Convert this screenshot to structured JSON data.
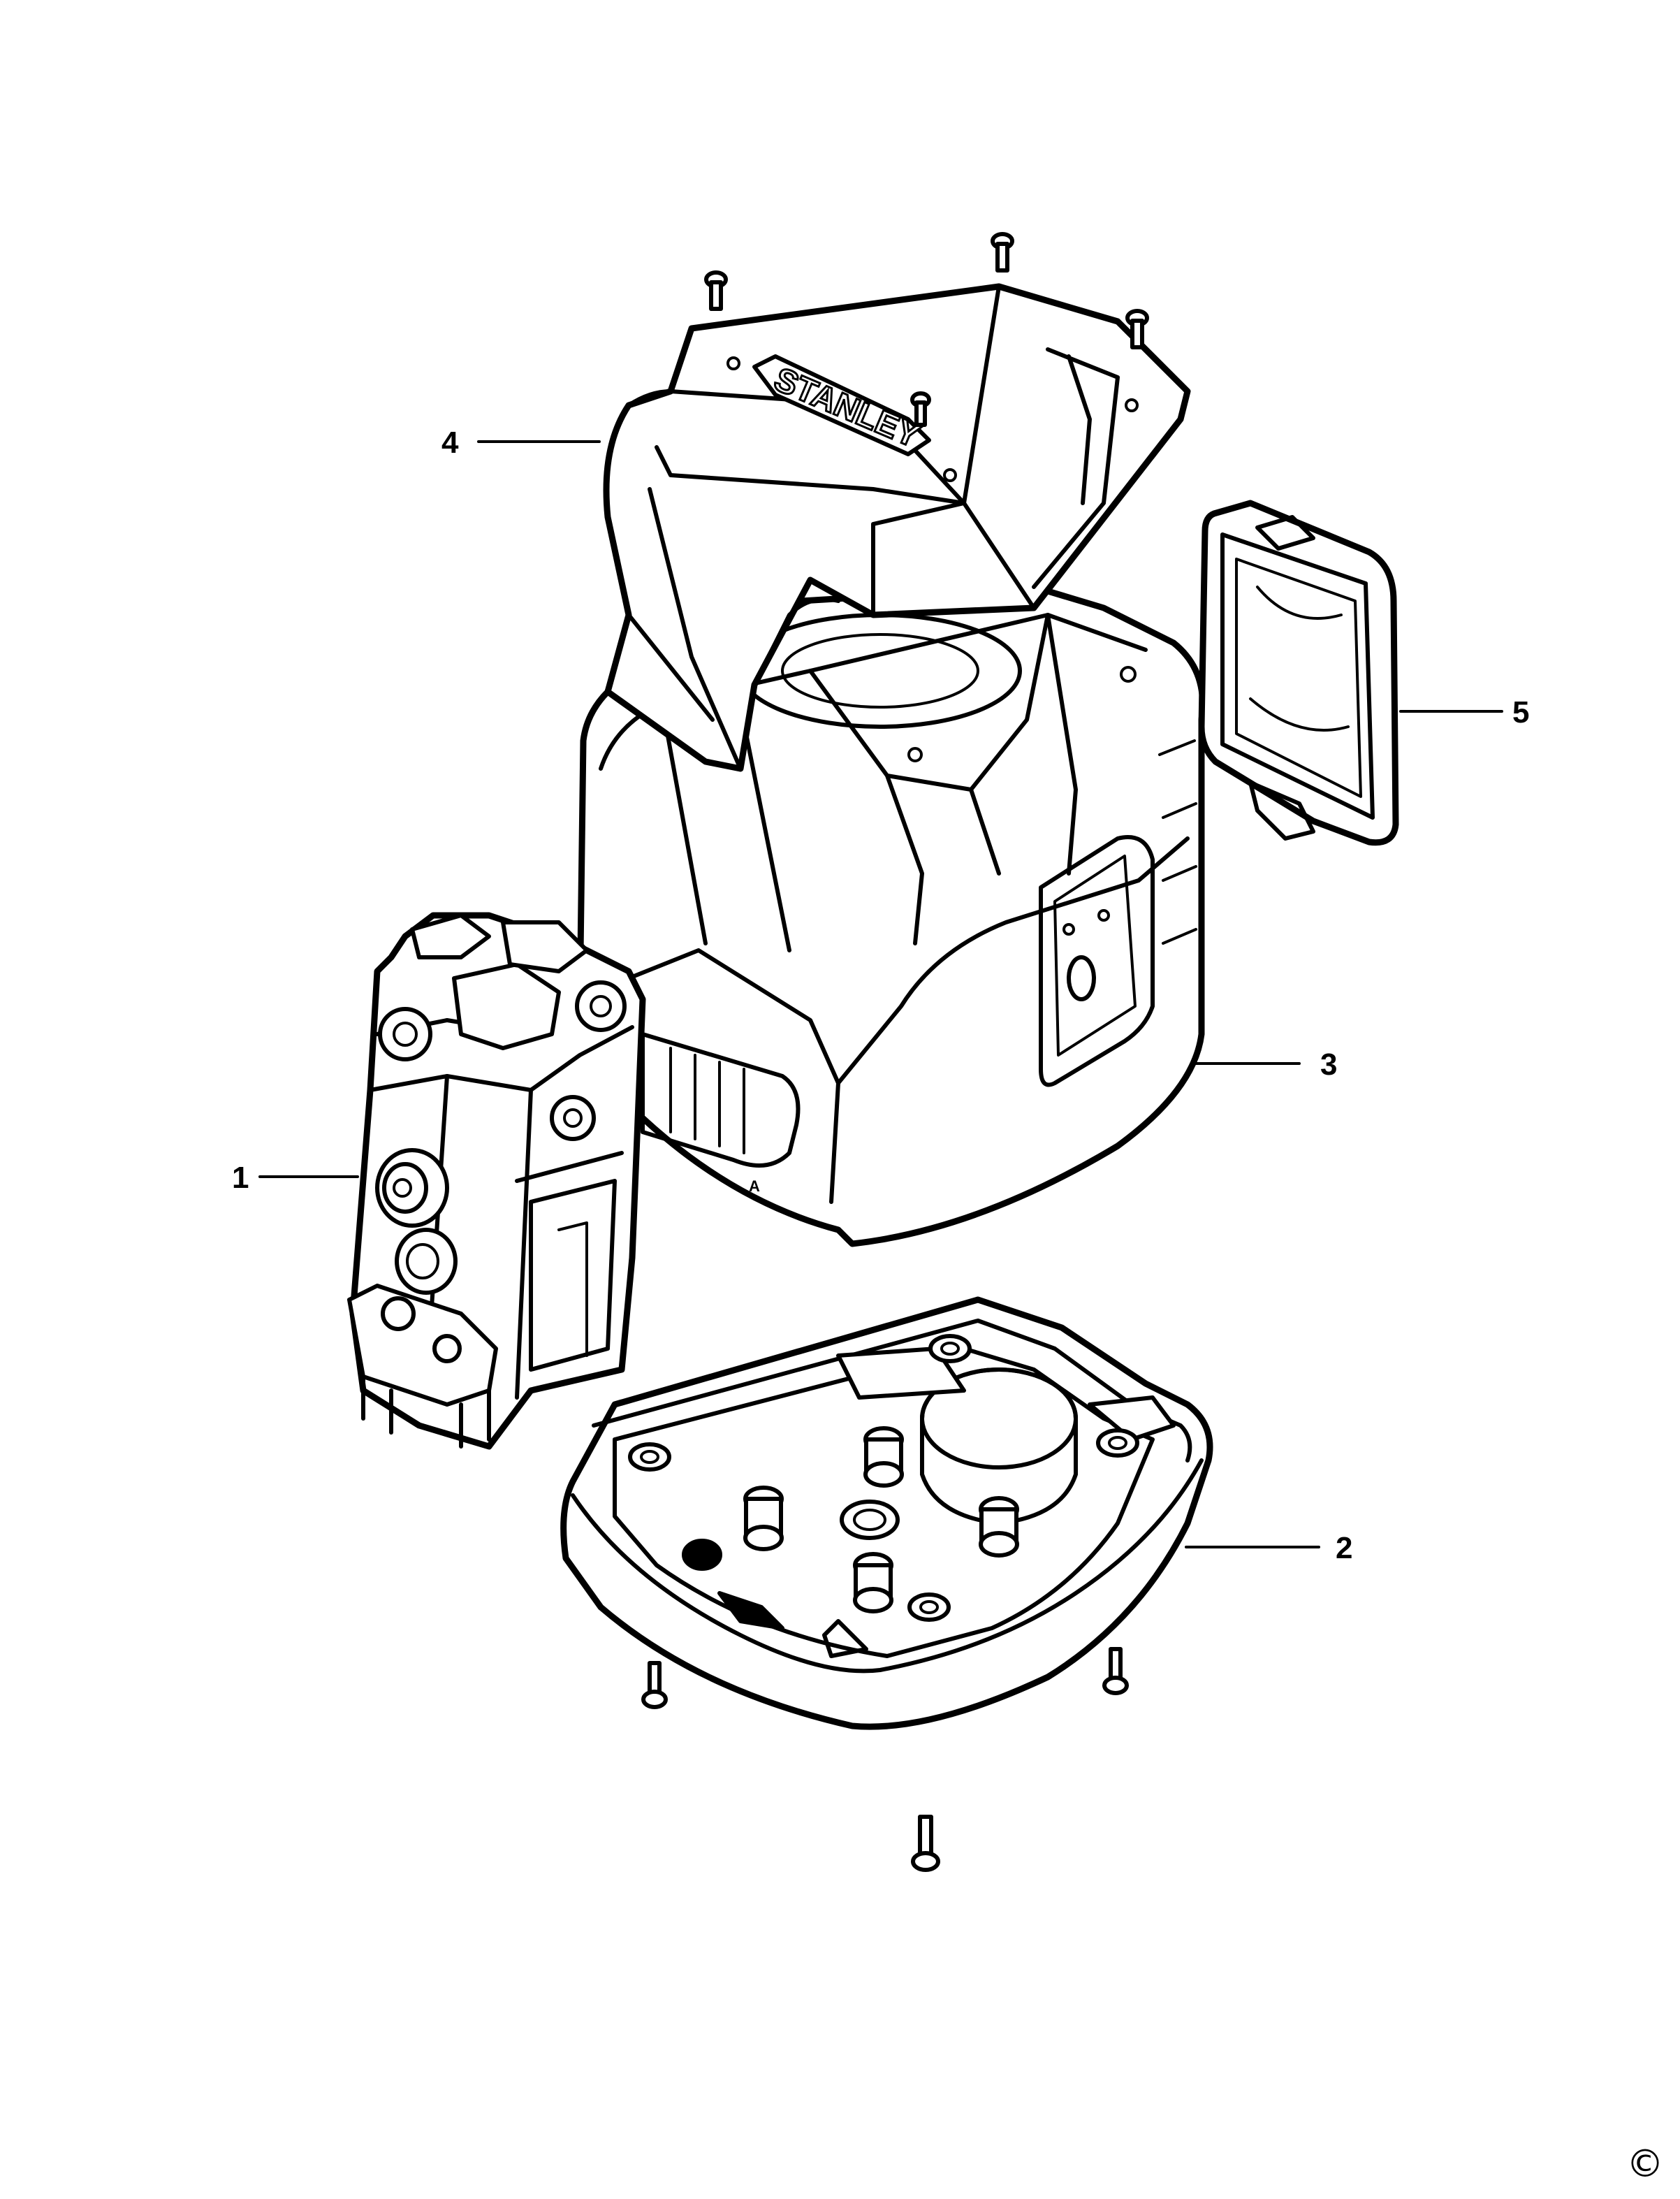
{
  "callouts": [
    {
      "id": "part-1",
      "label": "1"
    },
    {
      "id": "part-2",
      "label": "2"
    },
    {
      "id": "part-3",
      "label": "3"
    },
    {
      "id": "part-4",
      "label": "4"
    },
    {
      "id": "part-5",
      "label": "5"
    }
  ],
  "logo_text": "STANLEY",
  "copyright": "©"
}
